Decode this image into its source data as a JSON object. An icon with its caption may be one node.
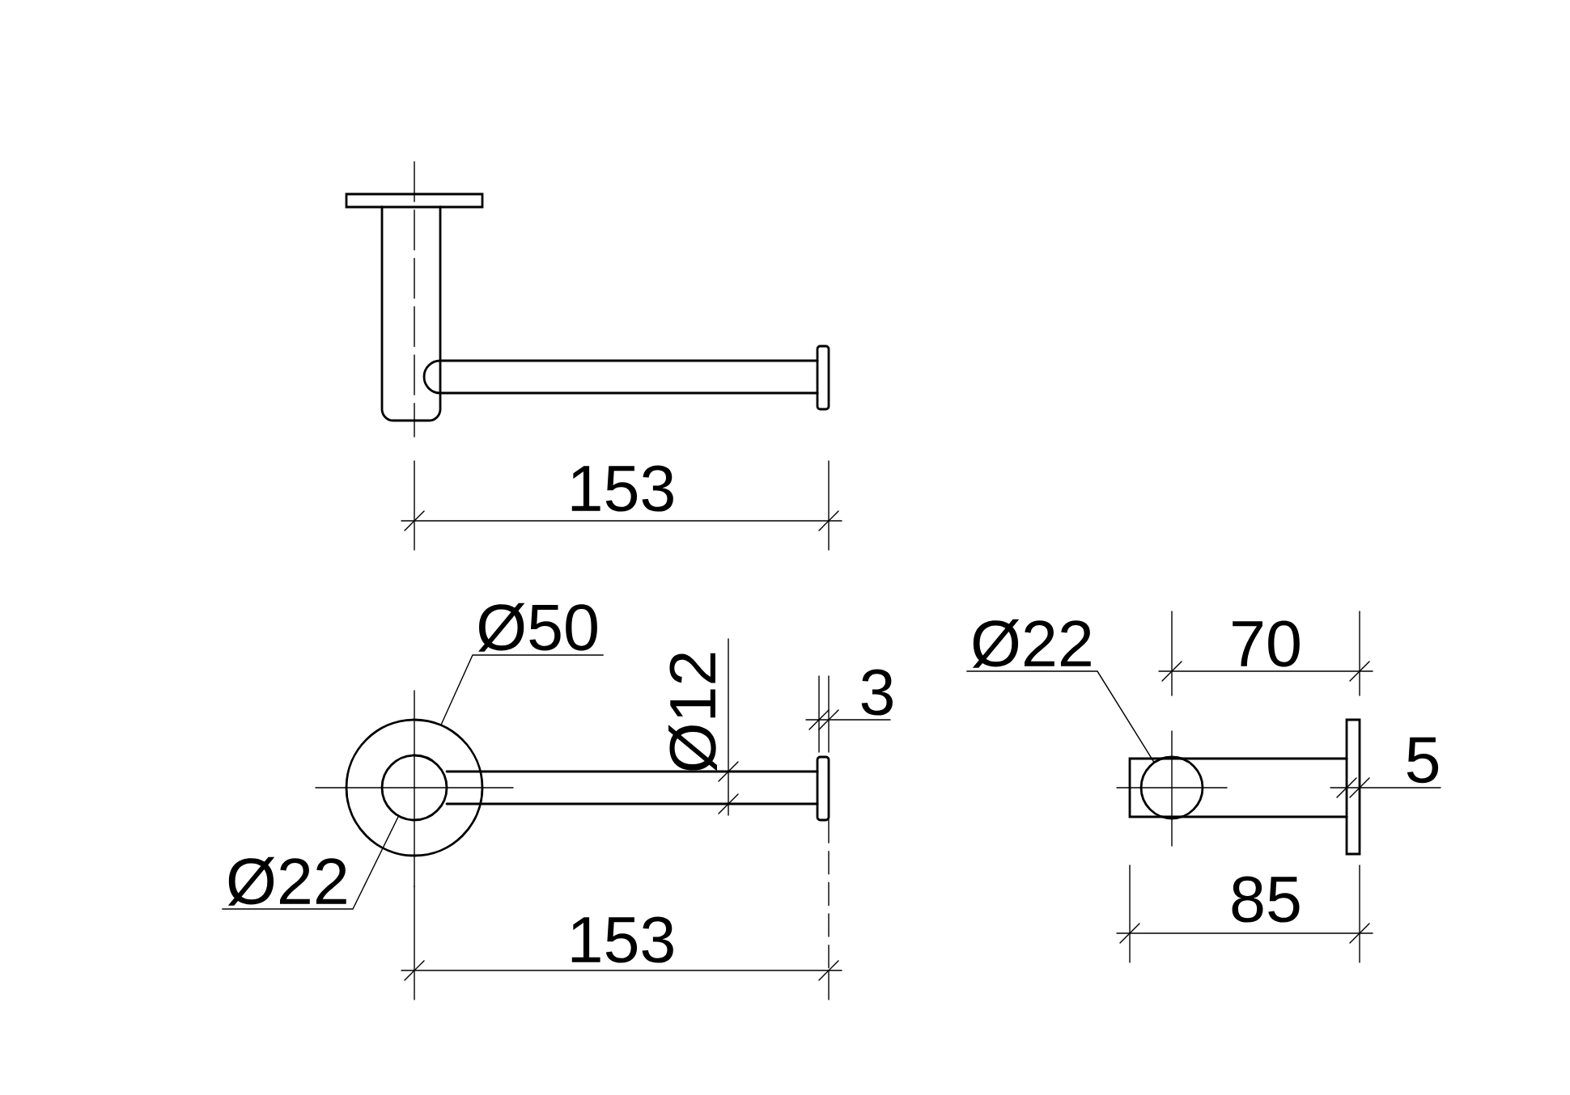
{
  "diagram": {
    "nodes": [
      {
        "text": [
          "Ø50"
        ]
      },
      {
        "text": [],
        "shape": "circle"
      },
      {
        "text": [
          "Ø22"
        ]
      },
      {
        "text": [],
        "shape": "circle",
        "in": 1
      },
      {
        "text": [
          "Ø22"
        ]
      },
      {
        "text": [],
        "shape": "circle"
      }
    ],
    "edges": [
      {
        "from": 0,
        "to": 1,
        "arrow": "none"
      },
      {
        "from": 2,
        "to": 3,
        "arrow": "none"
      },
      {
        "from": 4,
        "to": 5,
        "arrow": "none"
      }
    ],
    "labels": [
      "153",
      "70",
      "3",
      "Ø12",
      "5",
      "85",
      "153"
    ]
  }
}
